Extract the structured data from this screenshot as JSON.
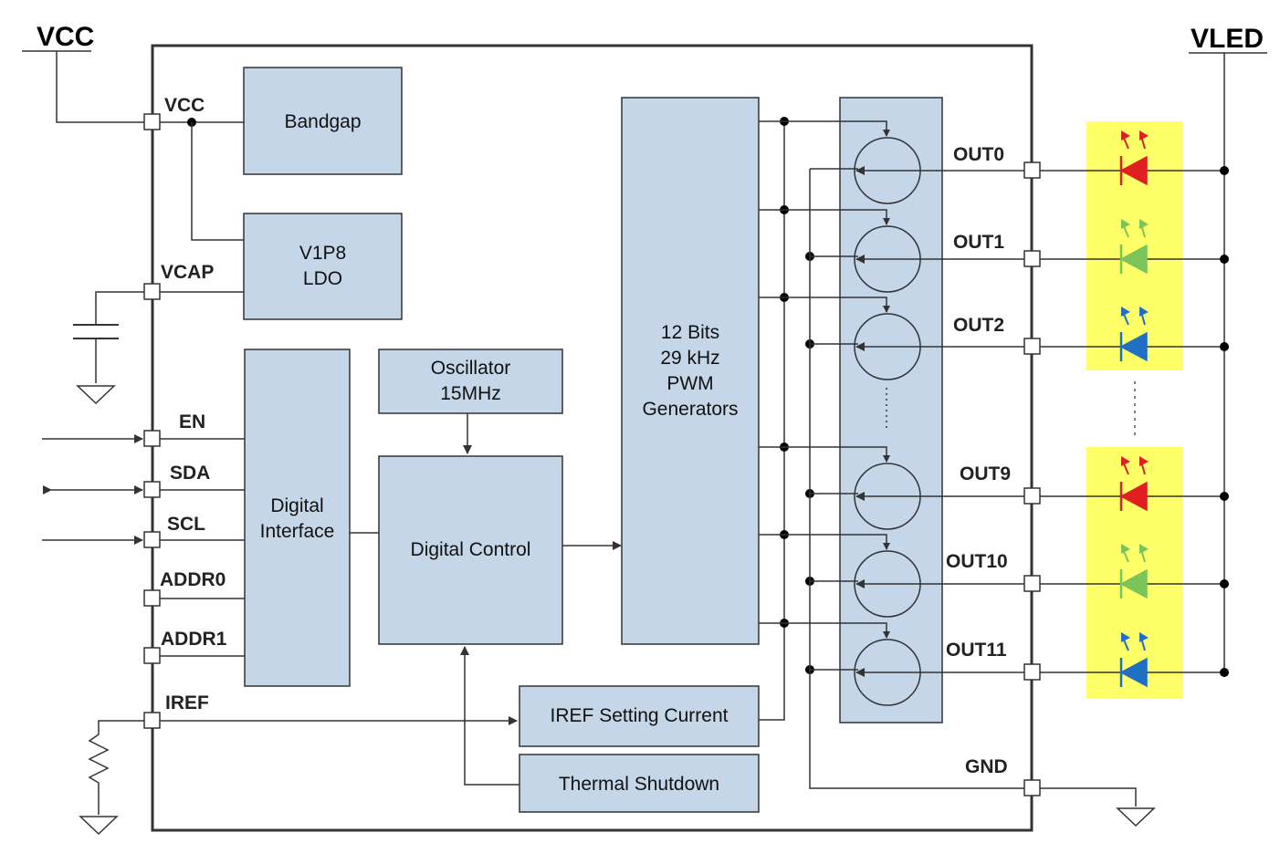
{
  "rails": {
    "vcc": "VCC",
    "vled": "VLED"
  },
  "pins": {
    "vcc": "VCC",
    "vcap": "VCAP",
    "en": "EN",
    "sda": "SDA",
    "scl": "SCL",
    "addr0": "ADDR0",
    "addr1": "ADDR1",
    "iref": "IREF",
    "out0": "OUT0",
    "out1": "OUT1",
    "out2": "OUT2",
    "out9": "OUT9",
    "out10": "OUT10",
    "out11": "OUT11",
    "gnd": "GND"
  },
  "blocks": {
    "bandgap": "Bandgap",
    "ldo": [
      "V1P8",
      "LDO"
    ],
    "oscillator": [
      "Oscillator",
      "15MHz"
    ],
    "digital_interface": [
      "Digital",
      "Interface"
    ],
    "digital_control": "Digital Control",
    "pwm": [
      "12 Bits",
      "29 kHz",
      "PWM",
      "Generators"
    ],
    "iref_setting": "IREF Setting Current",
    "thermal": "Thermal Shutdown"
  },
  "colors": {
    "block_fill": "#c5d6e8",
    "led_highlight": "#ffff4d",
    "led_red": "#e02020",
    "led_green": "#7cc45a",
    "led_blue": "#1f6fc4"
  },
  "led_channels": [
    {
      "pin": "OUT0",
      "color": "red"
    },
    {
      "pin": "OUT1",
      "color": "green"
    },
    {
      "pin": "OUT2",
      "color": "blue"
    },
    {
      "pin": "OUT9",
      "color": "red"
    },
    {
      "pin": "OUT10",
      "color": "green"
    },
    {
      "pin": "OUT11",
      "color": "blue"
    }
  ]
}
